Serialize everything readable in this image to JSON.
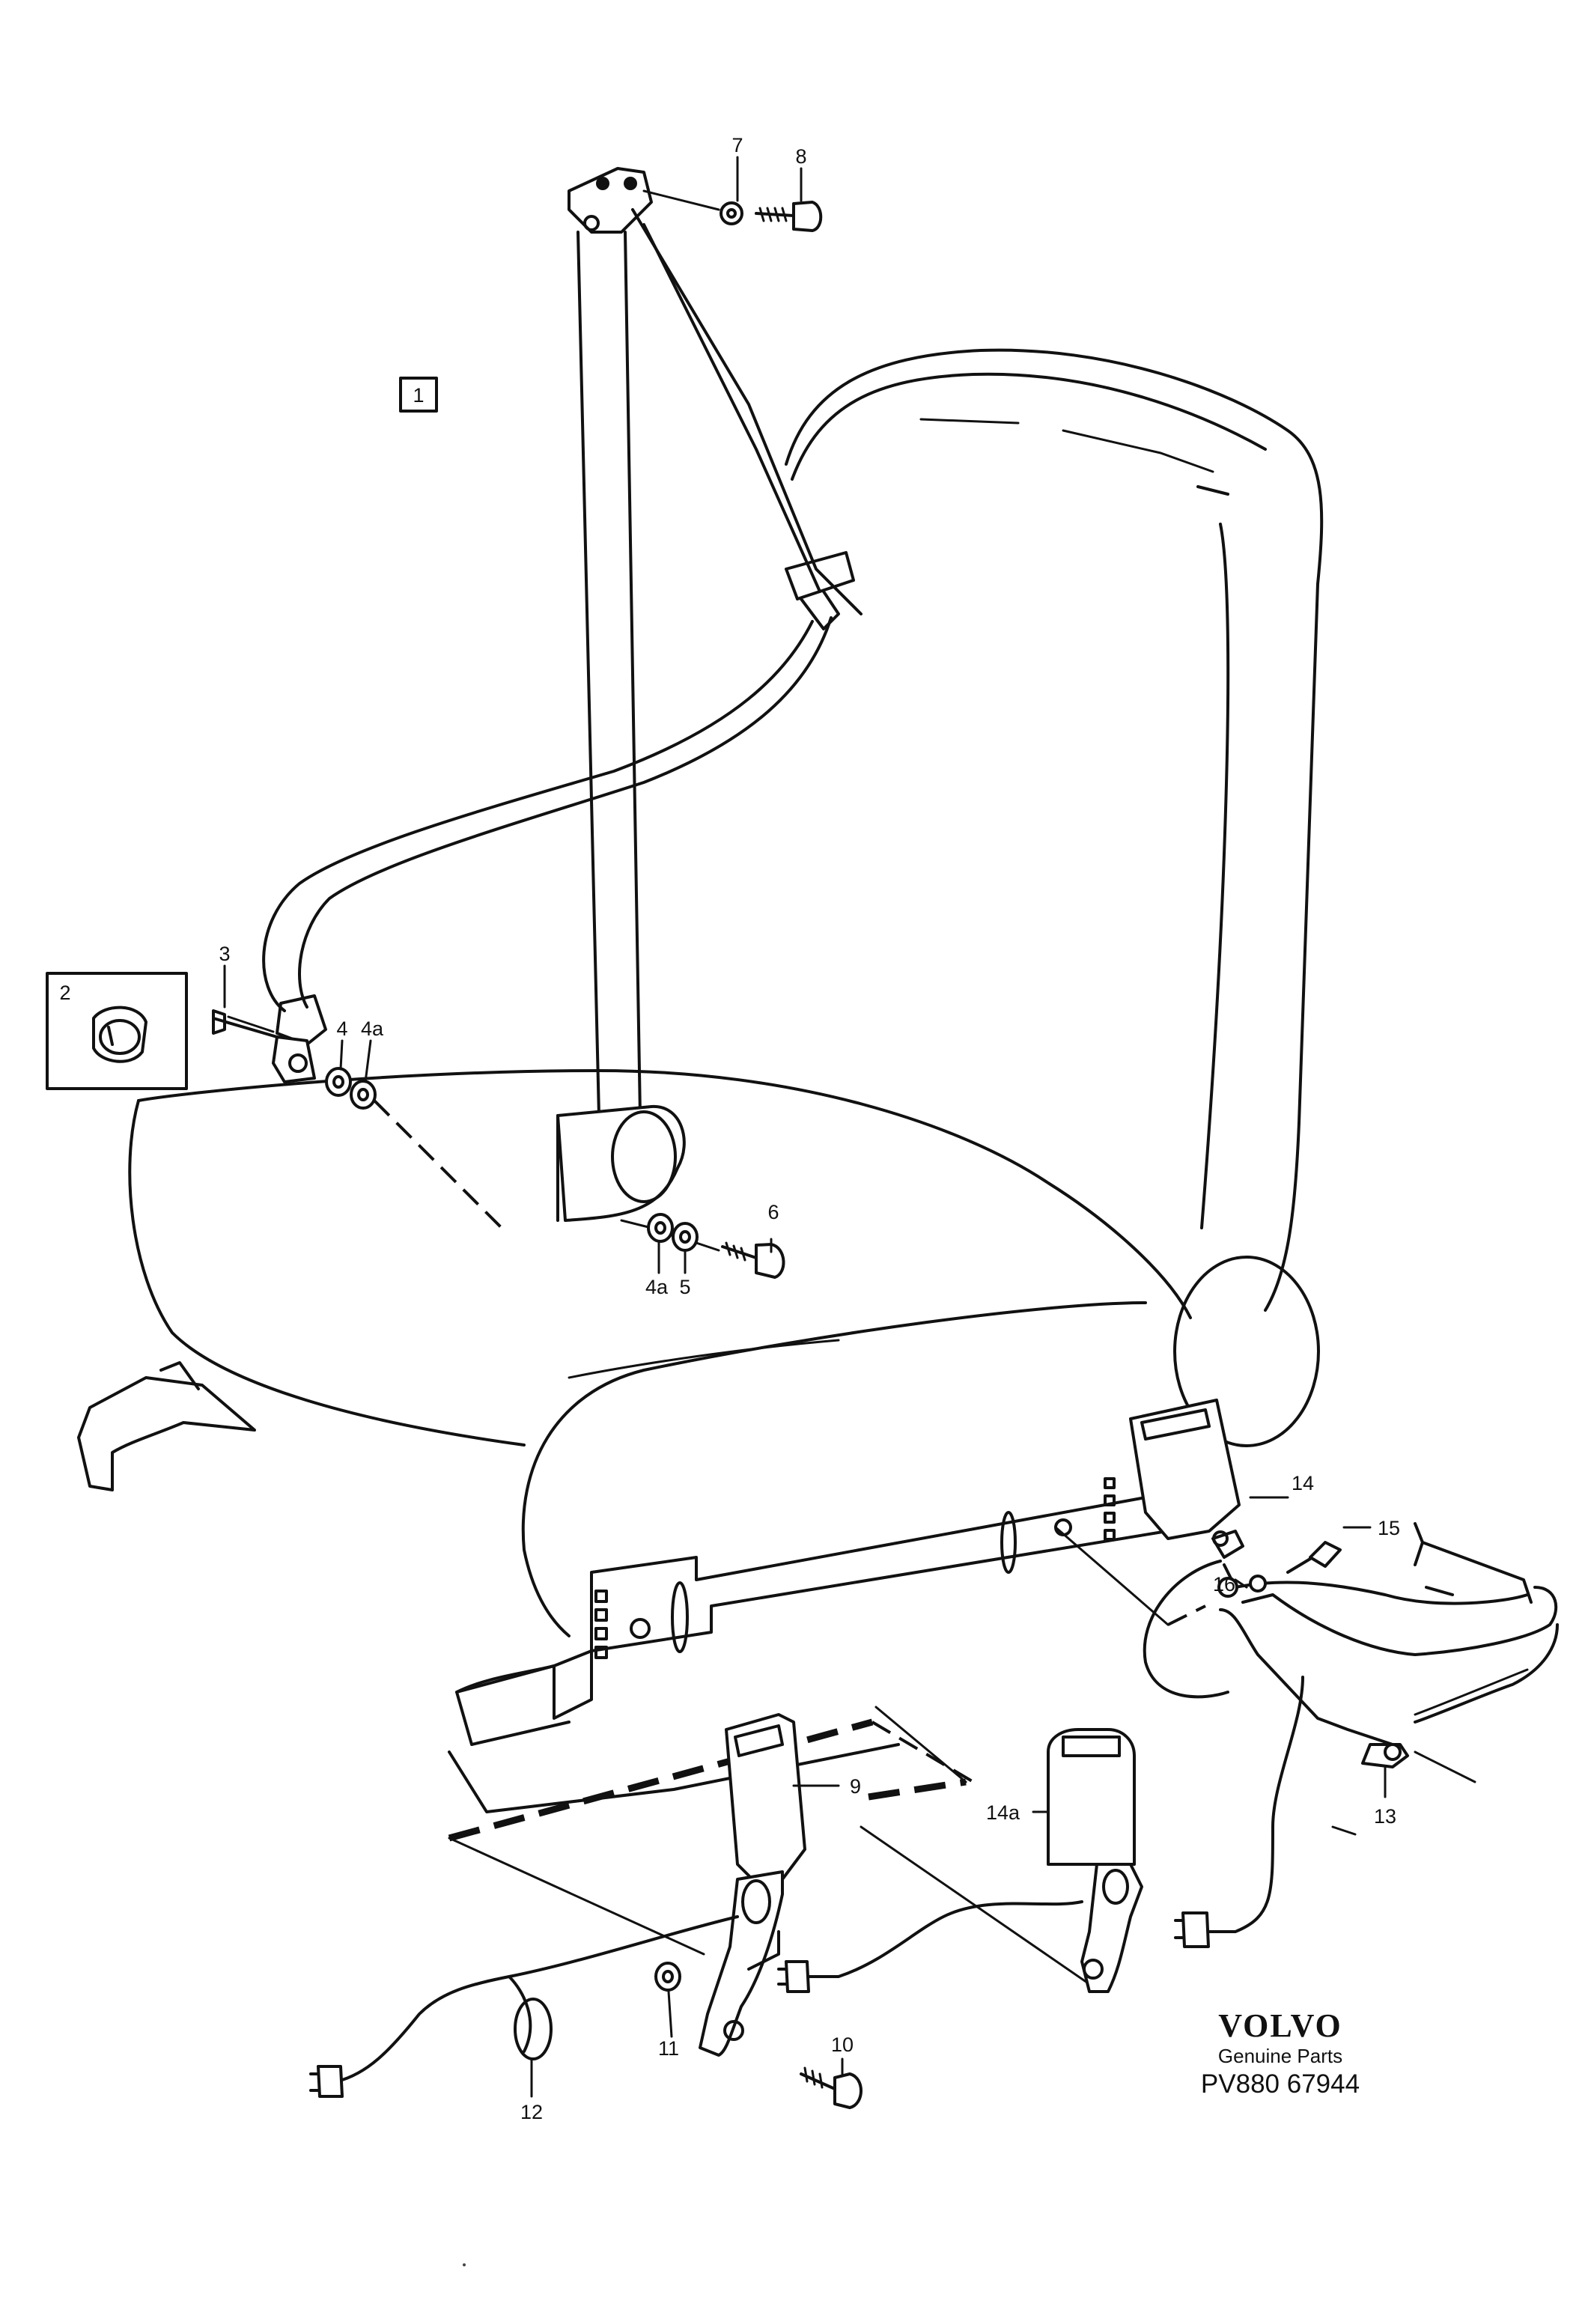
{
  "callouts": {
    "c1": "1",
    "c2": "2",
    "c3": "3",
    "c4": "4",
    "c4a_upper": "4a",
    "c4a_lower": "4a",
    "c5": "5",
    "c6": "6",
    "c7": "7",
    "c8": "8",
    "c9": "9",
    "c10": "10",
    "c11": "11",
    "c12": "12",
    "c13": "13",
    "c14": "14",
    "c14a": "14a",
    "c15": "15",
    "c16": "16"
  },
  "brand": {
    "name": "VOLVO",
    "subtitle": "Genuine Parts",
    "reference": "PV880 67944"
  }
}
